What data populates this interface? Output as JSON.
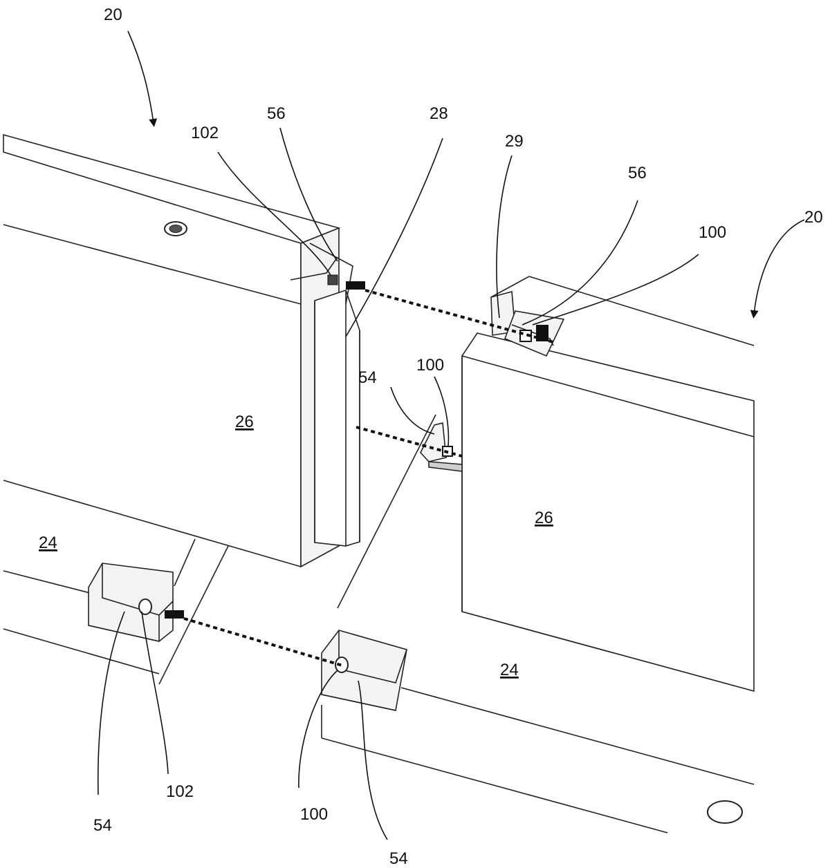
{
  "figure": {
    "labels": {
      "ref_20_left": "20",
      "ref_20_right": "20",
      "ref_102_top": "102",
      "ref_56_top_left": "56",
      "ref_28": "28",
      "ref_29": "29",
      "ref_56_top_right": "56",
      "ref_100_top_right": "100",
      "ref_54_mid": "54",
      "ref_100_mid": "100",
      "ref_26_left": "26",
      "ref_26_right": "26",
      "ref_24_left": "24",
      "ref_24_right": "24",
      "ref_54_bottom_left": "54",
      "ref_102_bottom": "102",
      "ref_100_bottom": "100",
      "ref_54_bottom_right": "54"
    }
  },
  "colors": {
    "background": "#ffffff",
    "line": "#222222",
    "face_light": "#ffffff",
    "face_shade": "#f3f3f3"
  }
}
